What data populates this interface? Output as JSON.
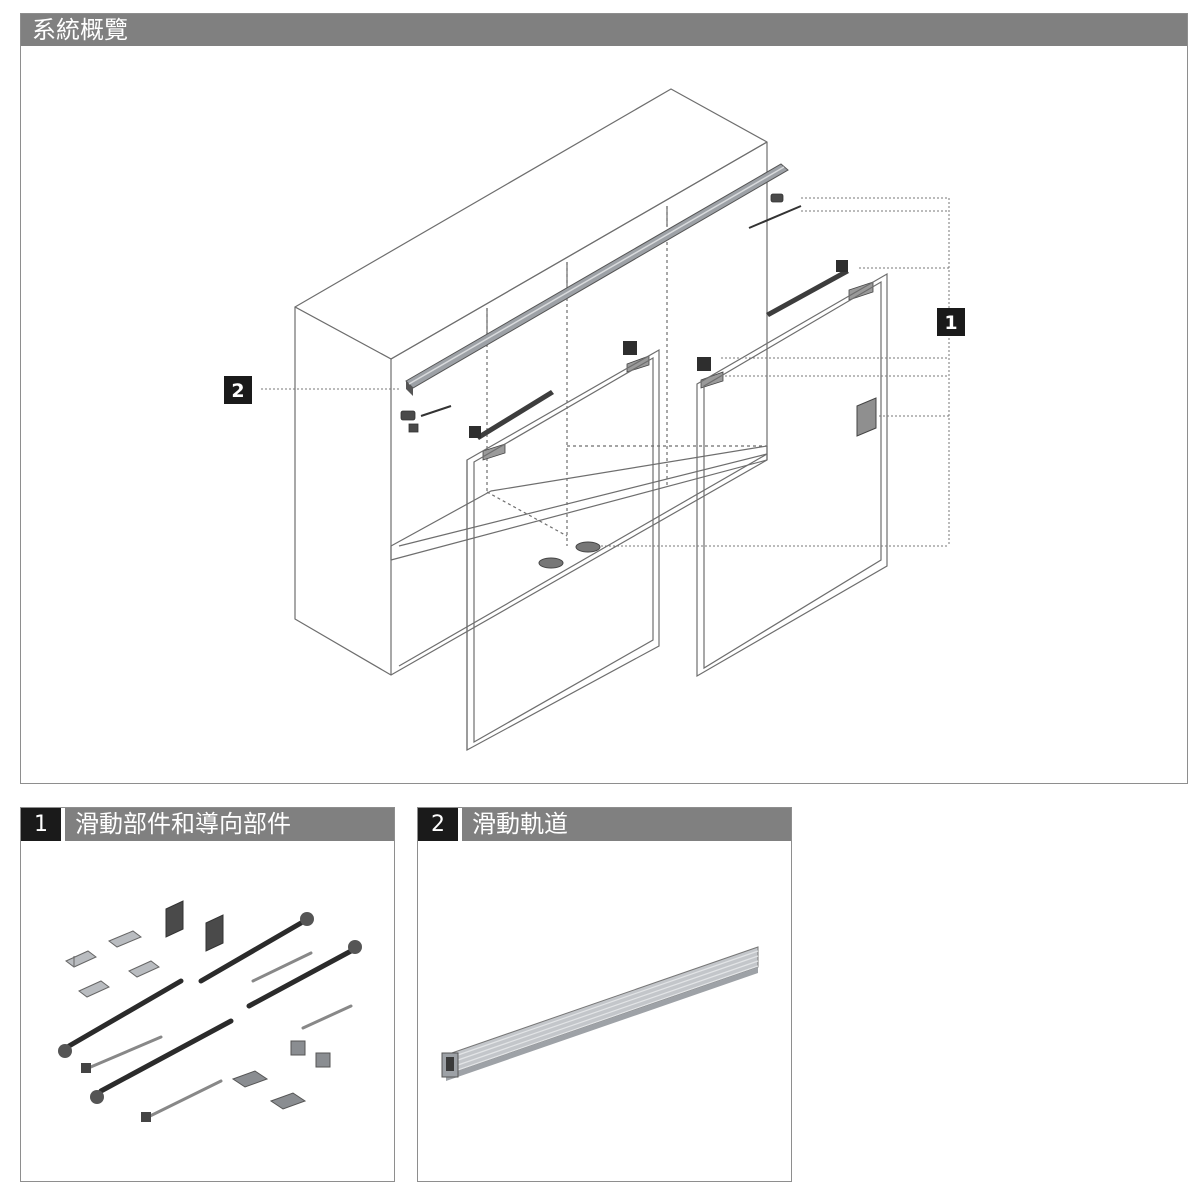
{
  "overview": {
    "title": "系統概覽",
    "callouts": [
      {
        "id": "1",
        "label": "1"
      },
      {
        "id": "2",
        "label": "2"
      }
    ]
  },
  "details": [
    {
      "number": "1",
      "title": "滑動部件和導向部件"
    },
    {
      "number": "2",
      "title": "滑動軌道"
    }
  ],
  "colors": {
    "header": "#808080",
    "callout": "#1a1a1a",
    "line": "#6e6e6e",
    "metal": "#b9bcc0"
  }
}
